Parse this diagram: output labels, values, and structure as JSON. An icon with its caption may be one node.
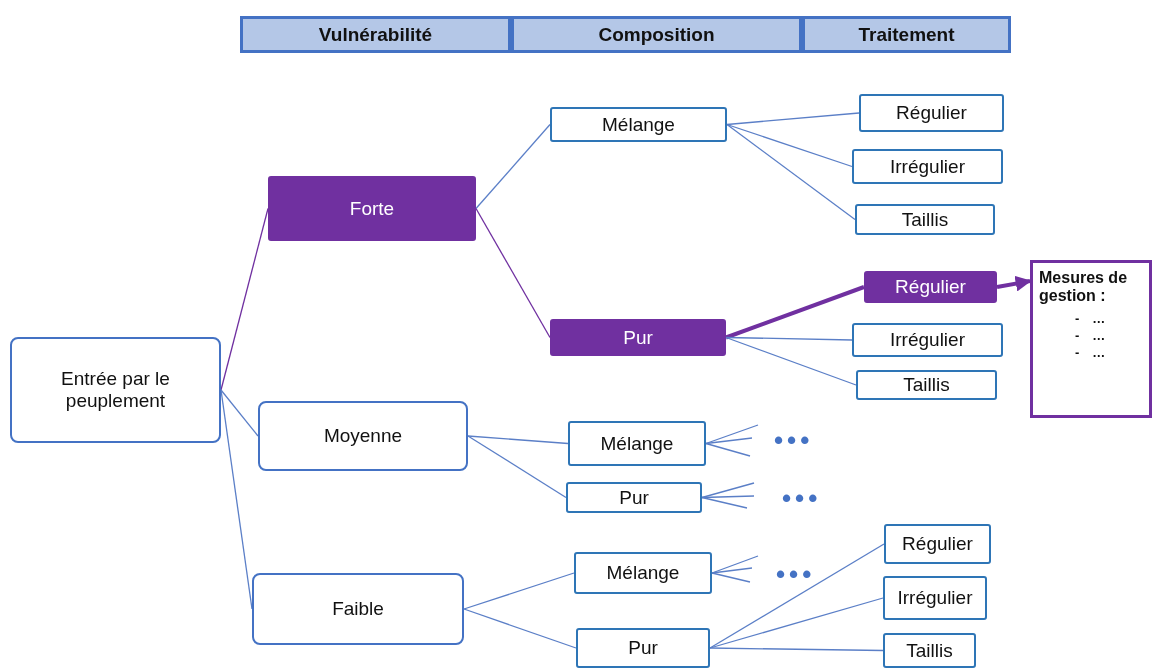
{
  "diagram": {
    "nodes": [
      {
        "text": [
          "Vulnérabilité"
        ]
      },
      {
        "text": [
          "Composition"
        ]
      },
      {
        "text": [
          "Traitement"
        ]
      },
      {
        "text": [
          "Entrée par le peuplement"
        ]
      },
      {
        "text": [
          "Forte"
        ]
      },
      {
        "text": [
          "Moyenne"
        ]
      },
      {
        "text": [
          "Faible"
        ]
      },
      {
        "text": [
          "Mélange"
        ]
      },
      {
        "text": [
          "Pur"
        ]
      },
      {
        "text": [
          "Régulier"
        ]
      },
      {
        "text": [
          "Irrégulier"
        ]
      },
      {
        "text": [
          "Taillis"
        ]
      },
      {
        "text": [
          "Régulier"
        ]
      },
      {
        "text": [
          "Irrégulier"
        ]
      },
      {
        "text": [
          "Taillis"
        ]
      },
      {
        "text": [
          "Mesures de gestion :",
          "- …",
          "- …",
          "- …"
        ]
      },
      {
        "text": [
          "Mélange"
        ]
      },
      {
        "text": [
          "Pur"
        ]
      },
      {
        "text": [
          "Mélange"
        ]
      },
      {
        "text": [
          "Pur"
        ]
      },
      {
        "text": [
          "Régulier"
        ]
      },
      {
        "text": [
          "Irrégulier"
        ]
      },
      {
        "text": [
          "Taillis"
        ]
      }
    ],
    "edges": [
      {
        "from": 3,
        "to": 4,
        "arrow": "none",
        "color": "#7030a0"
      },
      {
        "from": 3,
        "to": 5,
        "arrow": "none"
      },
      {
        "from": 3,
        "to": 6,
        "arrow": "none"
      },
      {
        "from": 4,
        "to": 7,
        "arrow": "none"
      },
      {
        "from": 4,
        "to": 8,
        "arrow": "none",
        "color": "#7030a0"
      },
      {
        "from": 7,
        "to": 9,
        "arrow": "none"
      },
      {
        "from": 7,
        "to": 10,
        "arrow": "none"
      },
      {
        "from": 7,
        "to": 11,
        "arrow": "none"
      },
      {
        "from": 8,
        "to": 12,
        "arrow": "none",
        "style": "thick",
        "color": "#7030a0"
      },
      {
        "from": 8,
        "to": 13,
        "arrow": "none"
      },
      {
        "from": 8,
        "to": 14,
        "arrow": "none"
      },
      {
        "from": 12,
        "to": 15,
        "arrow": "to",
        "style": "thick",
        "color": "#7030a0"
      },
      {
        "from": 5,
        "to": 16,
        "arrow": "none"
      },
      {
        "from": 5,
        "to": 17,
        "arrow": "none"
      },
      {
        "from": 16,
        "to": null,
        "arrow": "none"
      },
      {
        "from": 16,
        "to": null,
        "arrow": "none"
      },
      {
        "from": 16,
        "to": null,
        "arrow": "none"
      },
      {
        "from": 17,
        "to": null,
        "arrow": "none"
      },
      {
        "from": 17,
        "to": null,
        "arrow": "none"
      },
      {
        "from": 17,
        "to": null,
        "arrow": "none"
      },
      {
        "from": 6,
        "to": 18,
        "arrow": "none"
      },
      {
        "from": 6,
        "to": 19,
        "arrow": "none"
      },
      {
        "from": 18,
        "to": null,
        "arrow": "none"
      },
      {
        "from": 18,
        "to": null,
        "arrow": "none"
      },
      {
        "from": 18,
        "to": null,
        "arrow": "none"
      },
      {
        "from": 19,
        "to": 20,
        "arrow": "none"
      },
      {
        "from": 19,
        "to": 21,
        "arrow": "none"
      },
      {
        "from": 19,
        "to": 22,
        "arrow": "none"
      }
    ],
    "labels": [
      "•••",
      "•••",
      "•••"
    ]
  }
}
